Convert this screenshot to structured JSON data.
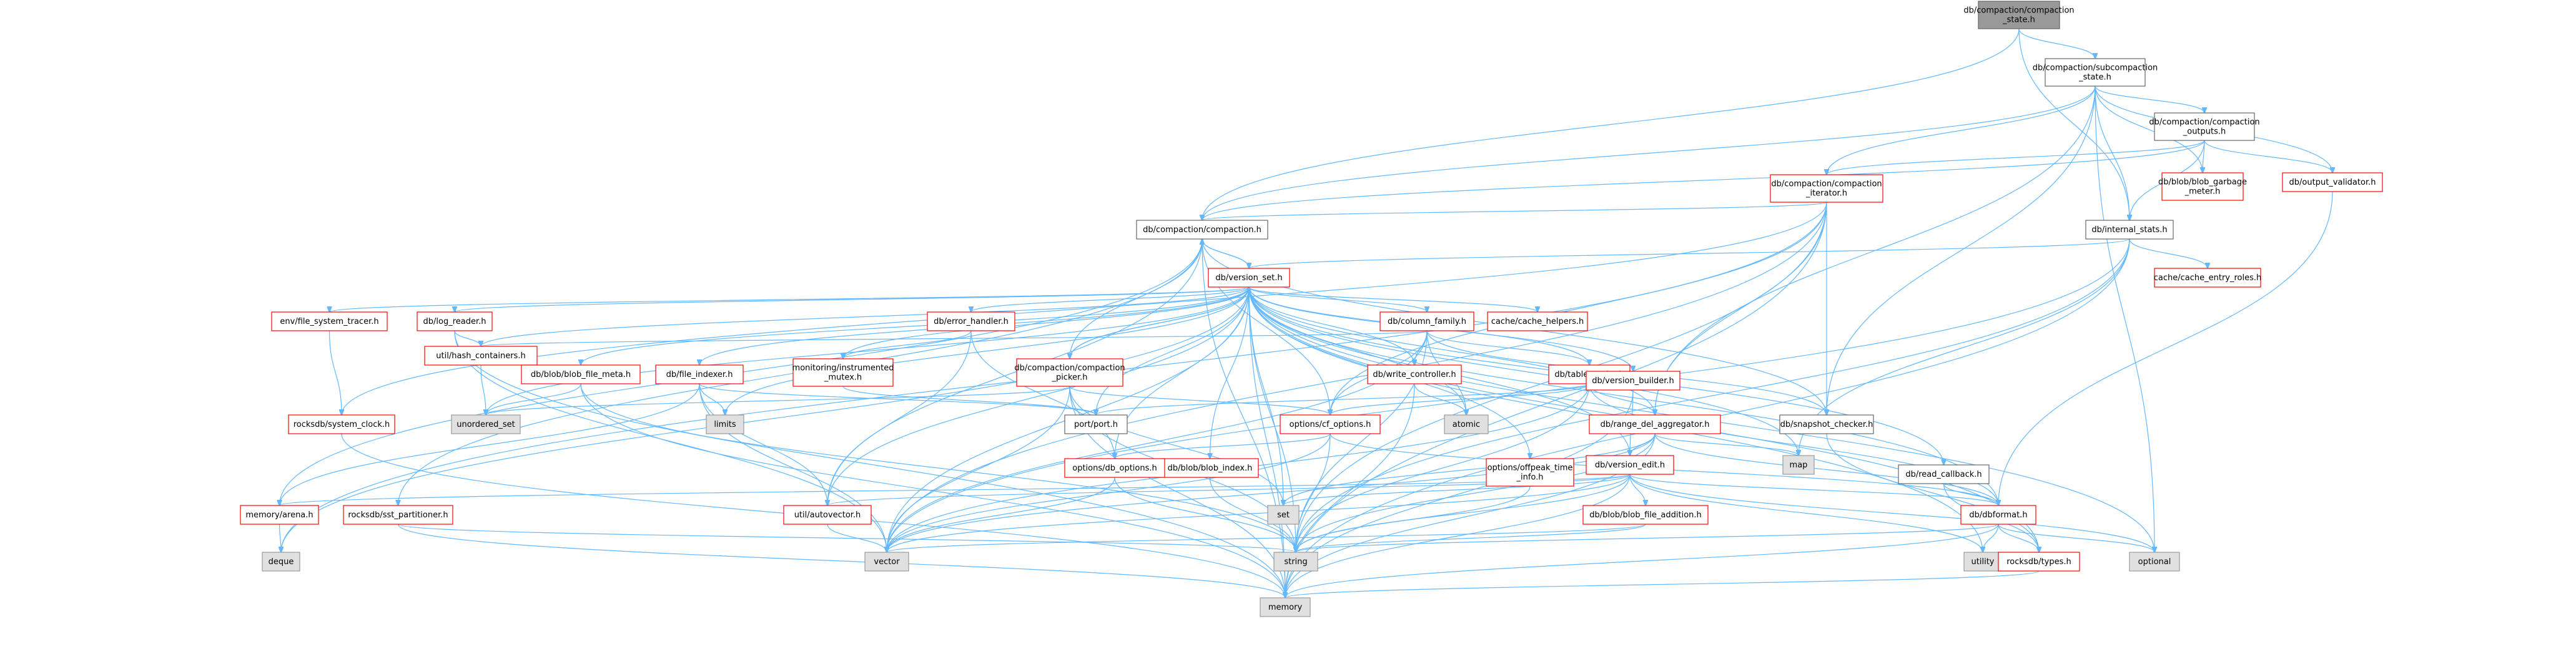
{
  "colors": {
    "edge": "#63b8ff",
    "root_fill": "#999999",
    "root_stroke": "#666666",
    "linked_fill": "#ffffff",
    "linked_stroke": "#666666",
    "truncated_stroke": "#ff0000",
    "system_fill": "#e0e0e0",
    "system_stroke": "#999999"
  },
  "nodes": [
    {
      "id": "compaction_state",
      "lines": [
        "db/compaction/compaction",
        "_state.h"
      ],
      "style": "root"
    },
    {
      "id": "subcompaction_state",
      "lines": [
        "db/compaction/subcompaction",
        "_state.h"
      ],
      "style": "linked"
    },
    {
      "id": "compaction_outputs",
      "lines": [
        "db/compaction/compaction",
        "_outputs.h"
      ],
      "style": "linked"
    },
    {
      "id": "compaction_iterator",
      "lines": [
        "db/compaction/compaction",
        "_iterator.h"
      ],
      "style": "truncated"
    },
    {
      "id": "blob_garbage_meter",
      "lines": [
        "db/blob/blob_garbage",
        "_meter.h"
      ],
      "style": "truncated"
    },
    {
      "id": "output_validator",
      "lines": [
        "db/output_validator.h"
      ],
      "style": "truncated"
    },
    {
      "id": "compaction",
      "lines": [
        "db/compaction/compaction.h"
      ],
      "style": "linked"
    },
    {
      "id": "internal_stats",
      "lines": [
        "db/internal_stats.h"
      ],
      "style": "linked"
    },
    {
      "id": "cache_entry_roles",
      "lines": [
        "cache/cache_entry_roles.h"
      ],
      "style": "truncated"
    },
    {
      "id": "version_set",
      "lines": [
        "db/version_set.h"
      ],
      "style": "truncated"
    },
    {
      "id": "file_system_tracer",
      "lines": [
        "env/file_system_tracer.h"
      ],
      "style": "truncated"
    },
    {
      "id": "log_reader",
      "lines": [
        "db/log_reader.h"
      ],
      "style": "truncated"
    },
    {
      "id": "error_handler",
      "lines": [
        "db/error_handler.h"
      ],
      "style": "truncated"
    },
    {
      "id": "column_family",
      "lines": [
        "db/column_family.h"
      ],
      "style": "truncated"
    },
    {
      "id": "cache_helpers",
      "lines": [
        "cache/cache_helpers.h"
      ],
      "style": "truncated"
    },
    {
      "id": "hash_containers",
      "lines": [
        "util/hash_containers.h"
      ],
      "style": "truncated"
    },
    {
      "id": "blob_file_meta",
      "lines": [
        "db/blob/blob_file_meta.h"
      ],
      "style": "truncated"
    },
    {
      "id": "file_indexer",
      "lines": [
        "db/file_indexer.h"
      ],
      "style": "truncated"
    },
    {
      "id": "instrumented_mutex",
      "lines": [
        "monitoring/instrumented",
        "_mutex.h"
      ],
      "style": "truncated"
    },
    {
      "id": "compaction_picker",
      "lines": [
        "db/compaction/compaction",
        "_picker.h"
      ],
      "style": "truncated"
    },
    {
      "id": "write_controller",
      "lines": [
        "db/write_controller.h"
      ],
      "style": "truncated"
    },
    {
      "id": "table_cache",
      "lines": [
        "db/table_cache.h"
      ],
      "style": "truncated"
    },
    {
      "id": "system_clock",
      "lines": [
        "rocksdb/system_clock.h"
      ],
      "style": "truncated"
    },
    {
      "id": "unordered_set",
      "lines": [
        "unordered_set"
      ],
      "style": "system"
    },
    {
      "id": "limits",
      "lines": [
        "limits"
      ],
      "style": "system"
    },
    {
      "id": "atomic",
      "lines": [
        "atomic"
      ],
      "style": "system"
    },
    {
      "id": "port",
      "lines": [
        "port/port.h"
      ],
      "style": "linked"
    },
    {
      "id": "cf_options",
      "lines": [
        "options/cf_options.h"
      ],
      "style": "truncated"
    },
    {
      "id": "range_del_aggregator",
      "lines": [
        "db/range_del_aggregator.h"
      ],
      "style": "truncated"
    },
    {
      "id": "version_builder",
      "lines": [
        "db/version_builder.h"
      ],
      "style": "truncated"
    },
    {
      "id": "snapshot_checker",
      "lines": [
        "db/snapshot_checker.h"
      ],
      "style": "linked"
    },
    {
      "id": "map",
      "lines": [
        "map"
      ],
      "style": "system"
    },
    {
      "id": "offpeak_time_info",
      "lines": [
        "options/offpeak_time",
        "_info.h"
      ],
      "style": "truncated"
    },
    {
      "id": "blob_index",
      "lines": [
        "db/blob/blob_index.h"
      ],
      "style": "truncated"
    },
    {
      "id": "db_options",
      "lines": [
        "options/db_options.h"
      ],
      "style": "truncated"
    },
    {
      "id": "version_edit",
      "lines": [
        "db/version_edit.h"
      ],
      "style": "truncated"
    },
    {
      "id": "read_callback",
      "lines": [
        "db/read_callback.h"
      ],
      "style": "linked"
    },
    {
      "id": "arena",
      "lines": [
        "memory/arena.h"
      ],
      "style": "truncated"
    },
    {
      "id": "sst_partitioner",
      "lines": [
        "rocksdb/sst_partitioner.h"
      ],
      "style": "truncated"
    },
    {
      "id": "autovector",
      "lines": [
        "util/autovector.h"
      ],
      "style": "truncated"
    },
    {
      "id": "set",
      "lines": [
        "set"
      ],
      "style": "system"
    },
    {
      "id": "blob_file_addition",
      "lines": [
        "db/blob/blob_file_addition.h"
      ],
      "style": "truncated"
    },
    {
      "id": "dbformat",
      "lines": [
        "db/dbformat.h"
      ],
      "style": "truncated"
    },
    {
      "id": "deque",
      "lines": [
        "deque"
      ],
      "style": "system"
    },
    {
      "id": "vector",
      "lines": [
        "vector"
      ],
      "style": "system"
    },
    {
      "id": "string",
      "lines": [
        "string"
      ],
      "style": "system"
    },
    {
      "id": "utility",
      "lines": [
        "utility"
      ],
      "style": "system"
    },
    {
      "id": "types",
      "lines": [
        "rocksdb/types.h"
      ],
      "style": "truncated"
    },
    {
      "id": "optional",
      "lines": [
        "optional"
      ],
      "style": "system"
    },
    {
      "id": "memory",
      "lines": [
        "memory"
      ],
      "style": "system"
    }
  ],
  "edges": [
    [
      "compaction_state",
      "compaction"
    ],
    [
      "compaction_state",
      "internal_stats"
    ],
    [
      "compaction_state",
      "subcompaction_state"
    ],
    [
      "subcompaction_state",
      "compaction_outputs"
    ],
    [
      "subcompaction_state",
      "compaction_iterator"
    ],
    [
      "subcompaction_state",
      "blob_garbage_meter"
    ],
    [
      "subcompaction_state",
      "output_validator"
    ],
    [
      "subcompaction_state",
      "internal_stats"
    ],
    [
      "subcompaction_state",
      "compaction"
    ],
    [
      "subcompaction_state",
      "range_del_aggregator"
    ],
    [
      "subcompaction_state",
      "snapshot_checker"
    ],
    [
      "subcompaction_state",
      "optional"
    ],
    [
      "compaction_outputs",
      "compaction_iterator"
    ],
    [
      "compaction_outputs",
      "blob_garbage_meter"
    ],
    [
      "compaction_outputs",
      "output_validator"
    ],
    [
      "compaction_outputs",
      "internal_stats"
    ],
    [
      "compaction_outputs",
      "compaction"
    ],
    [
      "compaction_iterator",
      "compaction"
    ],
    [
      "compaction_iterator",
      "range_del_aggregator"
    ],
    [
      "compaction_iterator",
      "snapshot_checker"
    ],
    [
      "compaction_iterator",
      "cf_options"
    ],
    [
      "compaction_iterator",
      "deque"
    ],
    [
      "compaction_iterator",
      "vector"
    ],
    [
      "compaction_iterator",
      "string"
    ],
    [
      "compaction_iterator",
      "memory"
    ],
    [
      "compaction_iterator",
      "system_clock"
    ],
    [
      "output_validator",
      "dbformat"
    ],
    [
      "internal_stats",
      "cache_entry_roles"
    ],
    [
      "internal_stats",
      "version_set"
    ],
    [
      "internal_stats",
      "map"
    ],
    [
      "internal_stats",
      "vector"
    ],
    [
      "internal_stats",
      "string"
    ],
    [
      "internal_stats",
      "memory"
    ],
    [
      "compaction",
      "version_set"
    ],
    [
      "compaction",
      "cf_options"
    ],
    [
      "compaction",
      "autovector"
    ],
    [
      "compaction",
      "arena"
    ],
    [
      "compaction",
      "sst_partitioner"
    ],
    [
      "compaction",
      "snapshot_checker"
    ],
    [
      "compaction",
      "memory"
    ],
    [
      "version_set",
      "compaction"
    ],
    [
      "version_set",
      "file_system_tracer"
    ],
    [
      "version_set",
      "log_reader"
    ],
    [
      "version_set",
      "error_handler"
    ],
    [
      "version_set",
      "column_family"
    ],
    [
      "version_set",
      "cache_helpers"
    ],
    [
      "version_set",
      "hash_containers"
    ],
    [
      "version_set",
      "blob_file_meta"
    ],
    [
      "version_set",
      "file_indexer"
    ],
    [
      "version_set",
      "instrumented_mutex"
    ],
    [
      "version_set",
      "compaction_picker"
    ],
    [
      "version_set",
      "write_controller"
    ],
    [
      "version_set",
      "table_cache"
    ],
    [
      "version_set",
      "range_del_aggregator"
    ],
    [
      "version_set",
      "version_builder"
    ],
    [
      "version_set",
      "version_edit"
    ],
    [
      "version_set",
      "blob_index"
    ],
    [
      "version_set",
      "offpeak_time_info"
    ],
    [
      "version_set",
      "read_callback"
    ],
    [
      "version_set",
      "dbformat"
    ],
    [
      "version_set",
      "port"
    ],
    [
      "version_set",
      "db_options"
    ],
    [
      "version_set",
      "autovector"
    ],
    [
      "version_set",
      "unordered_set"
    ],
    [
      "version_set",
      "limits"
    ],
    [
      "version_set",
      "atomic"
    ],
    [
      "version_set",
      "map"
    ],
    [
      "version_set",
      "set"
    ],
    [
      "version_set",
      "deque"
    ],
    [
      "version_set",
      "vector"
    ],
    [
      "version_set",
      "string"
    ],
    [
      "version_set",
      "utility"
    ],
    [
      "version_set",
      "optional"
    ],
    [
      "version_set",
      "memory"
    ],
    [
      "version_set",
      "types"
    ],
    [
      "file_system_tracer",
      "system_clock"
    ],
    [
      "log_reader",
      "hash_containers"
    ],
    [
      "log_reader",
      "vector"
    ],
    [
      "log_reader",
      "memory"
    ],
    [
      "error_handler",
      "instrumented_mutex"
    ],
    [
      "error_handler",
      "db_options"
    ],
    [
      "error_handler",
      "autovector"
    ],
    [
      "column_family",
      "hash_containers"
    ],
    [
      "column_family",
      "write_controller"
    ],
    [
      "column_family",
      "table_cache"
    ],
    [
      "column_family",
      "cf_options"
    ],
    [
      "column_family",
      "atomic"
    ],
    [
      "column_family",
      "string"
    ],
    [
      "column_family",
      "vector"
    ],
    [
      "column_family",
      "snapshot_checker"
    ],
    [
      "hash_containers",
      "unordered_set"
    ],
    [
      "blob_file_meta",
      "unordered_set"
    ],
    [
      "blob_file_meta",
      "memory"
    ],
    [
      "blob_file_meta",
      "string"
    ],
    [
      "file_indexer",
      "limits"
    ],
    [
      "file_indexer",
      "vector"
    ],
    [
      "file_indexer",
      "autovector"
    ],
    [
      "file_indexer",
      "port"
    ],
    [
      "file_indexer",
      "arena"
    ],
    [
      "instrumented_mutex",
      "port"
    ],
    [
      "compaction_picker",
      "version_set"
    ],
    [
      "compaction_picker",
      "compaction"
    ],
    [
      "compaction_picker",
      "cf_options"
    ],
    [
      "compaction_picker",
      "unordered_set"
    ],
    [
      "compaction_picker",
      "set"
    ],
    [
      "compaction_picker",
      "vector"
    ],
    [
      "compaction_picker",
      "string"
    ],
    [
      "compaction_picker",
      "memory"
    ],
    [
      "write_controller",
      "atomic"
    ],
    [
      "write_controller",
      "memory"
    ],
    [
      "table_cache",
      "range_del_aggregator"
    ],
    [
      "table_cache",
      "dbformat"
    ],
    [
      "table_cache",
      "cf_options"
    ],
    [
      "table_cache",
      "port"
    ],
    [
      "table_cache",
      "vector"
    ],
    [
      "table_cache",
      "string"
    ],
    [
      "system_clock",
      "memory"
    ],
    [
      "cf_options",
      "db_options"
    ],
    [
      "cf_options",
      "vector"
    ],
    [
      "cf_options",
      "string"
    ],
    [
      "cf_options",
      "dbformat"
    ],
    [
      "range_del_aggregator",
      "version_edit"
    ],
    [
      "range_del_aggregator",
      "dbformat"
    ],
    [
      "range_del_aggregator",
      "map"
    ],
    [
      "range_del_aggregator",
      "set"
    ],
    [
      "range_del_aggregator",
      "string"
    ],
    [
      "range_del_aggregator",
      "vector"
    ],
    [
      "range_del_aggregator",
      "memory"
    ],
    [
      "version_builder",
      "version_edit"
    ],
    [
      "version_builder",
      "memory"
    ],
    [
      "snapshot_checker",
      "types"
    ],
    [
      "offpeak_time_info",
      "string"
    ],
    [
      "blob_index",
      "string"
    ],
    [
      "db_options",
      "vector"
    ],
    [
      "db_options",
      "string"
    ],
    [
      "version_edit",
      "blob_file_addition"
    ],
    [
      "version_edit",
      "dbformat"
    ],
    [
      "version_edit",
      "autovector"
    ],
    [
      "version_edit",
      "arena"
    ],
    [
      "version_edit",
      "set"
    ],
    [
      "version_edit",
      "vector"
    ],
    [
      "version_edit",
      "string"
    ],
    [
      "version_edit",
      "utility"
    ],
    [
      "version_edit",
      "optional"
    ],
    [
      "version_edit",
      "memory"
    ],
    [
      "read_callback",
      "dbformat"
    ],
    [
      "read_callback",
      "types"
    ],
    [
      "arena",
      "deque"
    ],
    [
      "sst_partitioner",
      "memory"
    ],
    [
      "sst_partitioner",
      "string"
    ],
    [
      "autovector",
      "vector"
    ],
    [
      "blob_file_addition",
      "string"
    ],
    [
      "blob_file_addition",
      "vector"
    ],
    [
      "dbformat",
      "types"
    ],
    [
      "dbformat",
      "utility"
    ],
    [
      "dbformat",
      "optional"
    ],
    [
      "dbformat",
      "string"
    ],
    [
      "dbformat",
      "memory"
    ],
    [
      "types",
      "memory"
    ]
  ]
}
